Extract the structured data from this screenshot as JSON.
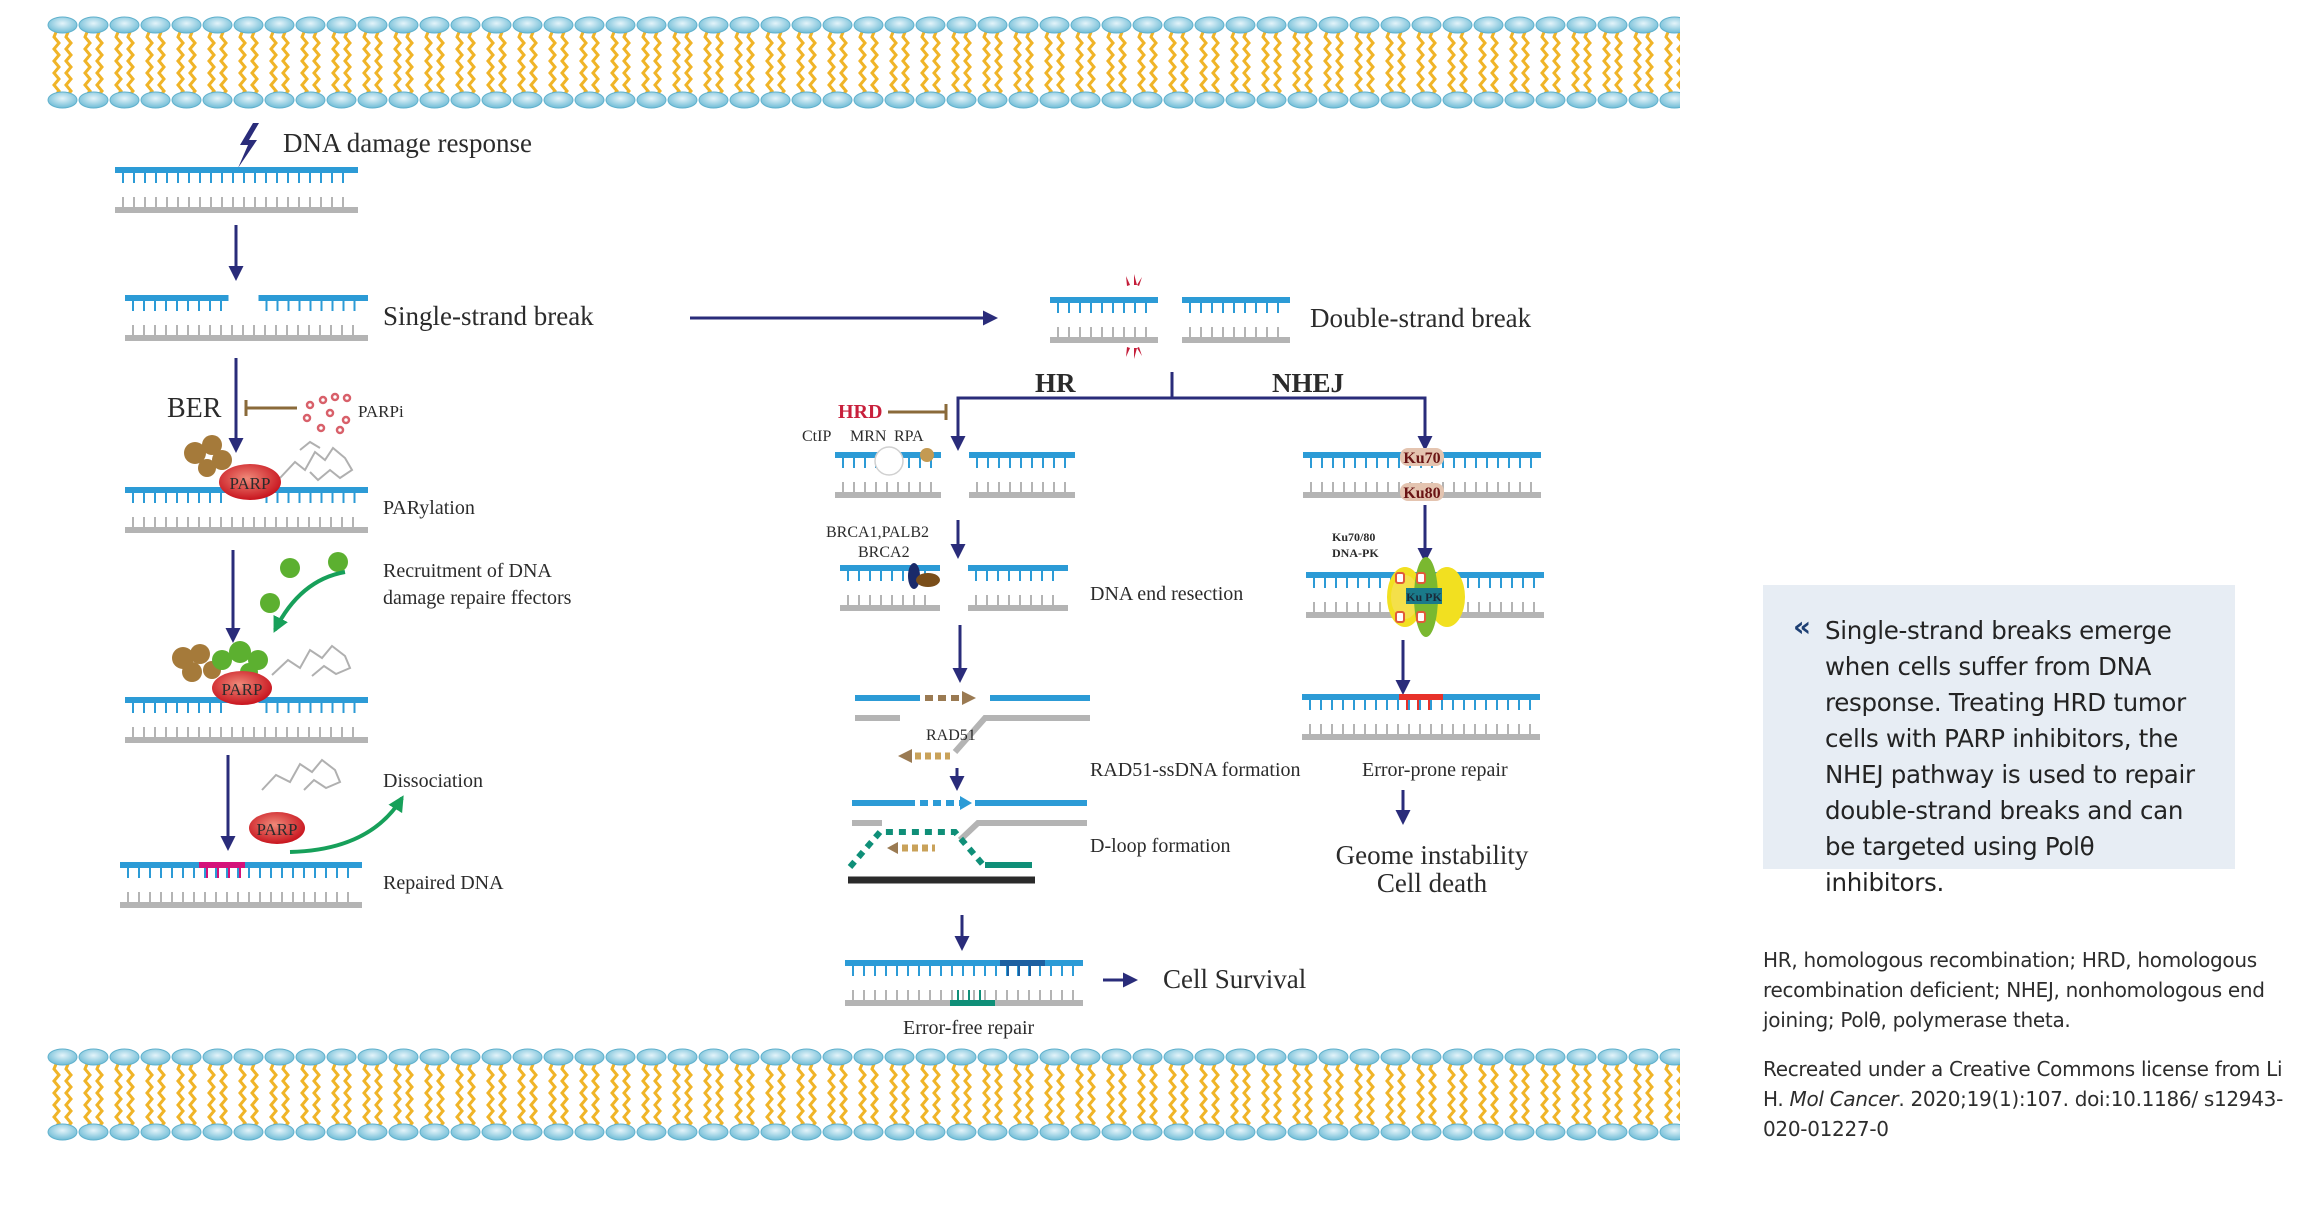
{
  "figure": {
    "left_pathway": {
      "dna_damage_response": "DNA  damage response",
      "single_strand_break": "Single-strand break",
      "ber": "BER",
      "parpi": "PARPi",
      "parp": "PARP",
      "parylation": "PARylation",
      "recruitment_line1": "Recruitment of DNA",
      "recruitment_line2": "damage repaire ffectors",
      "dissociation": "Dissociation",
      "repaired_dna": "Repaired DNA"
    },
    "double_strand": {
      "label": "Double-strand break",
      "hr": "HR",
      "nhej": "NHEJ"
    },
    "hr_pathway": {
      "hrd": "HRD",
      "ctip": "CtIP",
      "mrn": "MRN",
      "rpa": "RPA",
      "brca_line1": "BRCA1,PALB2",
      "brca_line2": "BRCA2",
      "dna_end_resection": "DNA end resection",
      "rad51": "RAD51",
      "rad51_ssdna": "RAD51-ssDNA formation",
      "d_loop": "D-loop formation",
      "error_free": "Error-free repair",
      "cell_survival": "Cell  Survival"
    },
    "nhej_pathway": {
      "ku70": "Ku70",
      "ku80": "Ku80",
      "ku_complex_line1": "Ku70/80",
      "ku_complex_line2": "DNA-PK",
      "dnapk": "Ku PK",
      "error_prone": "Error-prone repair",
      "outcome_line1": "Geome instability",
      "outcome_line2": "Cell death"
    },
    "colors": {
      "dna_top": "#2c9bd6",
      "dna_bottom": "#b4b4b4",
      "arrow": "#2a2c7a",
      "hrd": "#c8203c",
      "parp": "#d6232d",
      "membrane_head": "#7fc6de",
      "membrane_tail": "#f0b428",
      "effector_green": "#5cb030",
      "repair_pink": "#d4127a",
      "repair_red": "#e8322a",
      "repair_teal": "#0f8f78"
    }
  },
  "callout": {
    "quote_icon": "«",
    "text": "Single-strand breaks emerge when cells suffer from DNA response. Treating HRD tumor cells with PARP inhibitors, the NHEJ pathway is used to repair double-strand breaks and can be targeted using Polθ inhibitors."
  },
  "caption": {
    "abbreviations": "HR, homologous recombination; HRD, homologous recombination deficient; NHEJ, nonhomologous end joining; Polθ, polymerase theta.",
    "credit_prefix": "Recreated under a Creative Commons license from Li H. ",
    "credit_journal": "Mol Cancer",
    "credit_suffix": ". 2020;19(1):107. doi:10.1186/ s12943-020-01227-0"
  }
}
